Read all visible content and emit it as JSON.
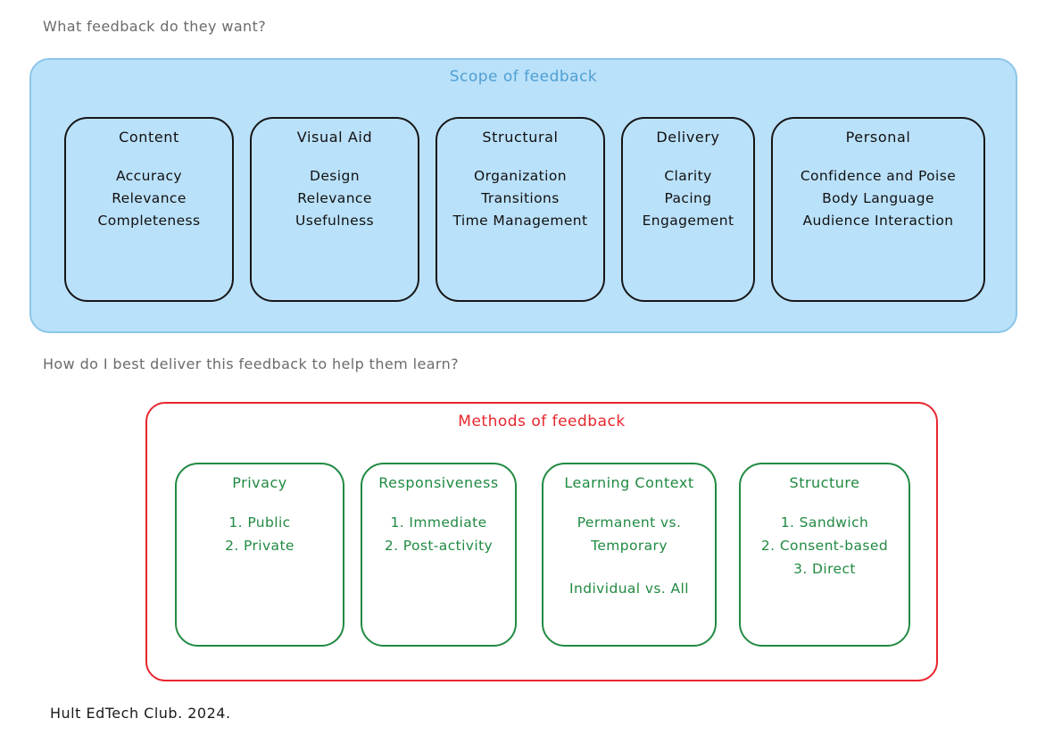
{
  "questions": {
    "scope": "What feedback do they want?",
    "methods": "How do I best deliver this feedback to help them learn?"
  },
  "scope_section": {
    "title": "Scope of feedback",
    "color": "#4f9fd4",
    "panel_fill": "#bae1fa",
    "cards": [
      {
        "title": "Content",
        "items": [
          "Accuracy",
          "Relevance",
          "Completeness"
        ]
      },
      {
        "title": "Visual Aid",
        "items": [
          "Design",
          "Relevance",
          "Usefulness"
        ]
      },
      {
        "title": "Structural",
        "items": [
          "Organization",
          "Transitions",
          "Time Management"
        ]
      },
      {
        "title": "Delivery",
        "items": [
          "Clarity",
          "Pacing",
          "Engagement"
        ]
      },
      {
        "title": "Personal",
        "items": [
          "Confidence and Poise",
          "Body Language",
          "Audience Interaction"
        ]
      }
    ]
  },
  "methods_section": {
    "title": "Methods of feedback",
    "color": "#e8262d",
    "card_color": "#218a42",
    "cards": [
      {
        "title": "Privacy",
        "items": [
          "1. Public",
          "2. Private"
        ]
      },
      {
        "title": "Responsiveness",
        "items": [
          "1. Immediate",
          "2. Post-activity"
        ]
      },
      {
        "title": "Learning Context",
        "items": [
          "Permanent vs.",
          "Temporary",
          "Individual vs. All"
        ],
        "gap_before": [
          2
        ]
      },
      {
        "title": "Structure",
        "items": [
          "1. Sandwich",
          "2. Consent-based",
          "3. Direct"
        ]
      }
    ]
  },
  "credit": "Hult EdTech Club. 2024."
}
